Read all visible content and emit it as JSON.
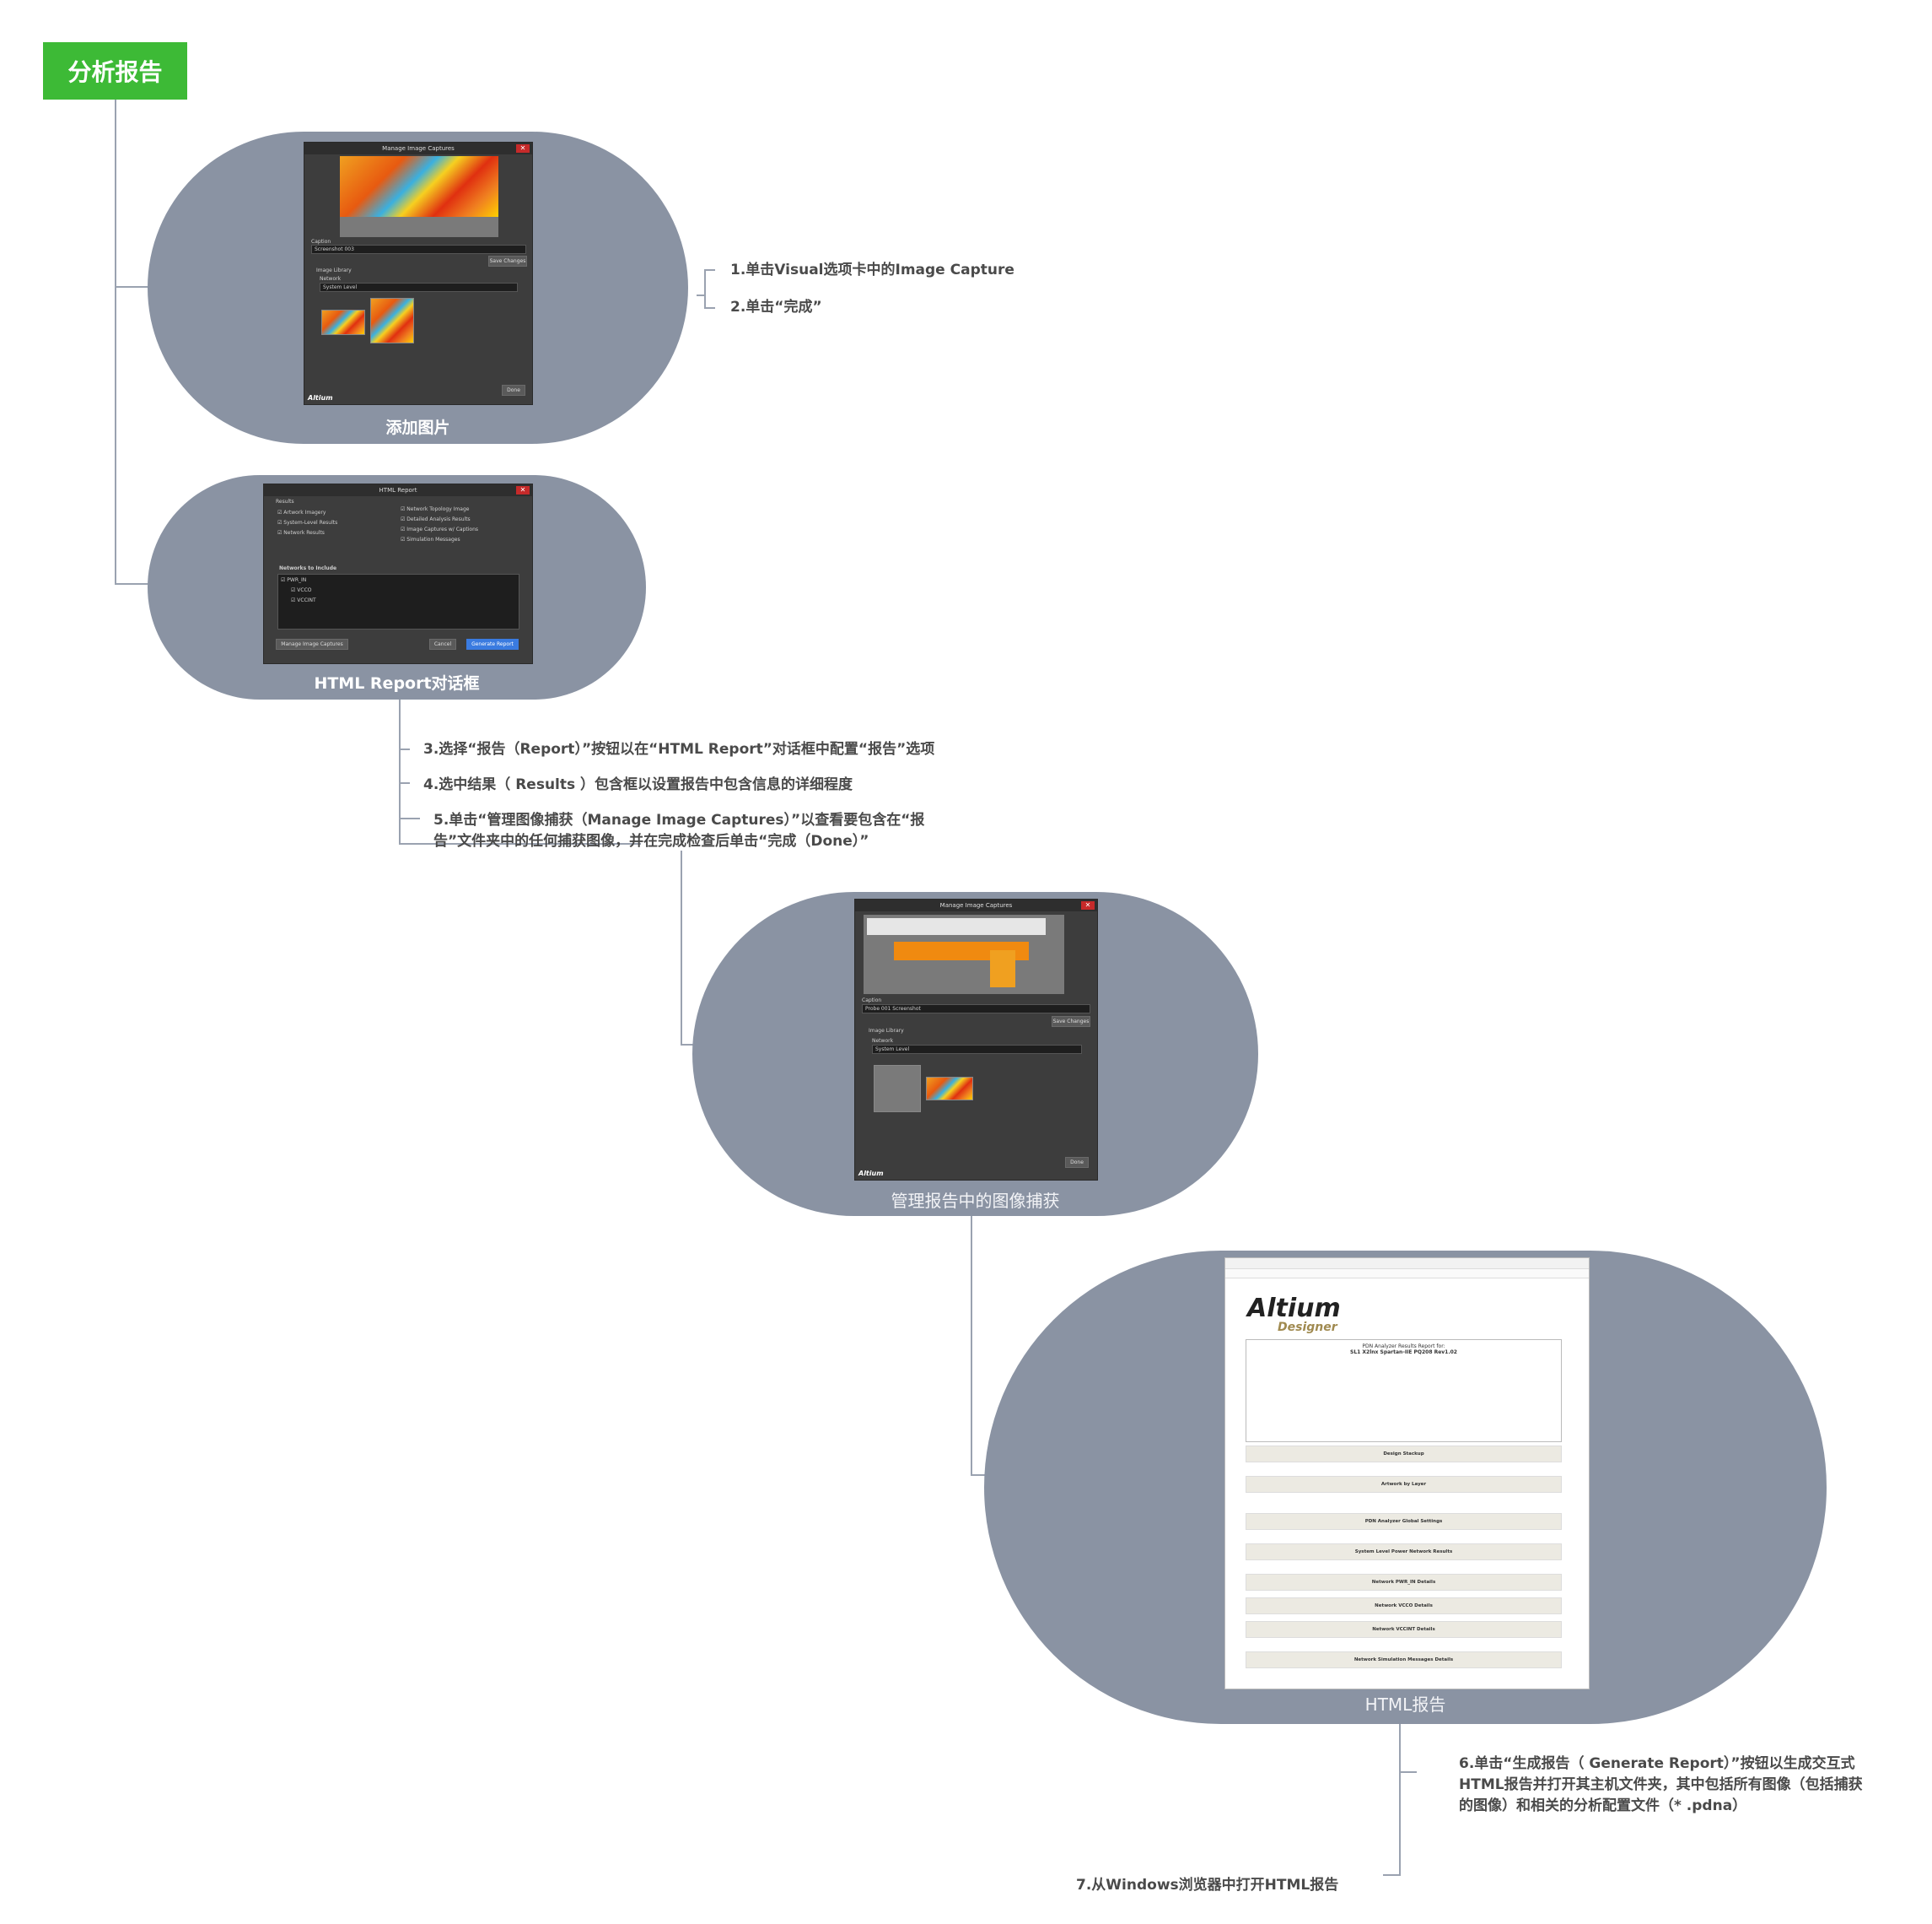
{
  "root": {
    "title": "分析报告"
  },
  "nodes": [
    {
      "caption": "添加图片"
    },
    {
      "caption": "HTML Report对话框"
    },
    {
      "caption": "管理报告中的图像捕获"
    },
    {
      "caption": "HTML报告"
    }
  ],
  "notes": {
    "n1": "1.单击Visual选项卡中的Image Capture",
    "n2": "2.单击“完成”",
    "n3": "3.选择“报告（Report）”按钮以在“HTML Report”对话框中配置“报告”选项",
    "n4": "4.选中结果（ Results ）包含框以设置报告中包含信息的详细程度",
    "n5a": "5.单击“管理图像捕获（Manage Image Captures）”以查看要包含在“报",
    "n5b": "告”文件夹中的任何捕获图像，并在完成检查后单击“完成（Done）”",
    "n6a": "6.单击“生成报告（ Generate Report）”按钮以生成交互式",
    "n6b": "HTML报告并打开其主机文件夹，其中包括所有图像（包括捕获",
    "n6c": "的图像）和相关的分析配置文件（* .pdna）",
    "n7": "7.从Windows浏览器中打开HTML报告"
  },
  "dialog_capture": {
    "title": "Manage Image Captures",
    "caption_label": "Caption",
    "caption_value": "Screenshot 003",
    "save": "Save Changes",
    "library": "Image Library",
    "network": "Network",
    "level": "System Level",
    "done": "Done",
    "brand": "Altium"
  },
  "dialog_capture2": {
    "caption_value": "Probe 001 Screenshot"
  },
  "dialog_report": {
    "title": "HTML Report",
    "results": "Results",
    "left": [
      "Artwork Imagery",
      "System-Level Results",
      "Network Results"
    ],
    "right": [
      "Network Topology Image",
      "Detailed Analysis Results",
      "Image Captures w/ Captions",
      "Simulation Messages"
    ],
    "networks_label": "Networks to Include",
    "networks": [
      "PWR_IN",
      "VCCO",
      "VCCINT"
    ],
    "manage": "Manage Image Captures",
    "cancel": "Cancel",
    "generate": "Generate Report"
  },
  "browser": {
    "logo": "Altium",
    "logo_sub": "Designer",
    "report_title": "PDN Analyzer Results Report for:",
    "report_sub": "SL1 X2lnx Spartan-IIE PQ208 Rev1.02",
    "sections": [
      "Design Stackup",
      "Artwork by Layer",
      "PDN Analyzer Global Settings",
      "System Level Power Network Results",
      "Network PWR_IN Details",
      "Network VCCO Details",
      "Network VCCINT Details",
      "Network Simulation Messages Details"
    ]
  }
}
